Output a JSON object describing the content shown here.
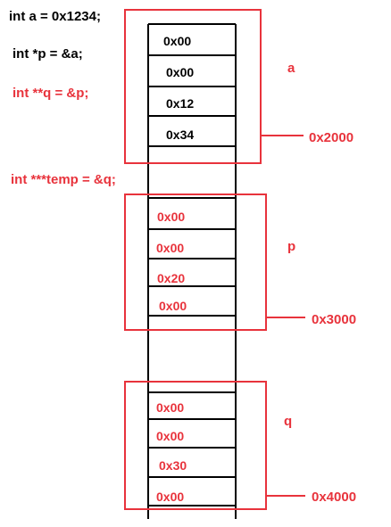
{
  "code_lines": [
    {
      "text": "int a = 0x1234;",
      "color": "#000000"
    },
    {
      "text": "int *p = &a;",
      "color": "#000000"
    },
    {
      "text": "int **q = &p;",
      "color": "#e8333c"
    },
    {
      "text": "int ***temp = &q;",
      "color": "#e8333c"
    }
  ],
  "blocks": [
    {
      "name": "a",
      "address": "0x2000",
      "bytes": [
        "0x00",
        "0x00",
        "0x12",
        "0x34"
      ],
      "byte_color": "#000000"
    },
    {
      "name": "p",
      "address": "0x3000",
      "bytes": [
        "0x00",
        "0x00",
        "0x20",
        "0x00"
      ],
      "byte_color": "#e8333c"
    },
    {
      "name": "q",
      "address": "0x4000",
      "bytes": [
        "0x00",
        "0x00",
        "0x30",
        "0x00"
      ],
      "byte_color": "#e8333c"
    }
  ],
  "colors": {
    "outline": "#e8333c",
    "memory_line": "#000000"
  }
}
